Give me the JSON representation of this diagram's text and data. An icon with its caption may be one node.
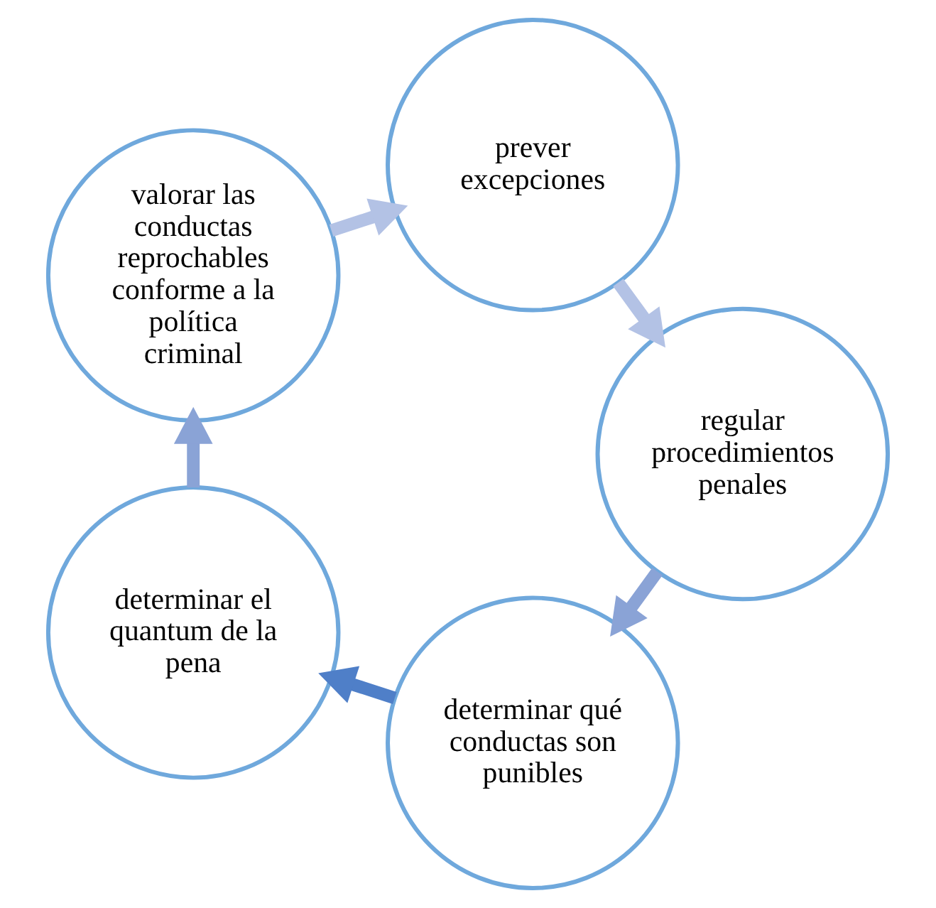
{
  "diagram": {
    "nodes": [
      {
        "text": [
          "determinar qué conductas son punibles"
        ]
      },
      {
        "text": [
          "determinar el quantum de la pena"
        ]
      },
      {
        "text": [
          "valorar las conductas reprochables conforme a la política criminal"
        ]
      },
      {
        "text": [
          "prever excepciones"
        ]
      },
      {
        "text": [
          "regular procedimientos penales"
        ]
      }
    ],
    "edges": [
      {
        "from": 0,
        "to": 1,
        "arrow": "to",
        "color": "#4f7fc8"
      },
      {
        "from": 1,
        "to": 2,
        "arrow": "to",
        "color": "#8aa3d6"
      },
      {
        "from": 2,
        "to": 3,
        "arrow": "to",
        "color": "#b3c2e5"
      },
      {
        "from": 3,
        "to": 4,
        "arrow": "to",
        "color": "#b3c2e5"
      },
      {
        "from": 4,
        "to": 0,
        "arrow": "to",
        "color": "#8aa3d6"
      }
    ]
  }
}
